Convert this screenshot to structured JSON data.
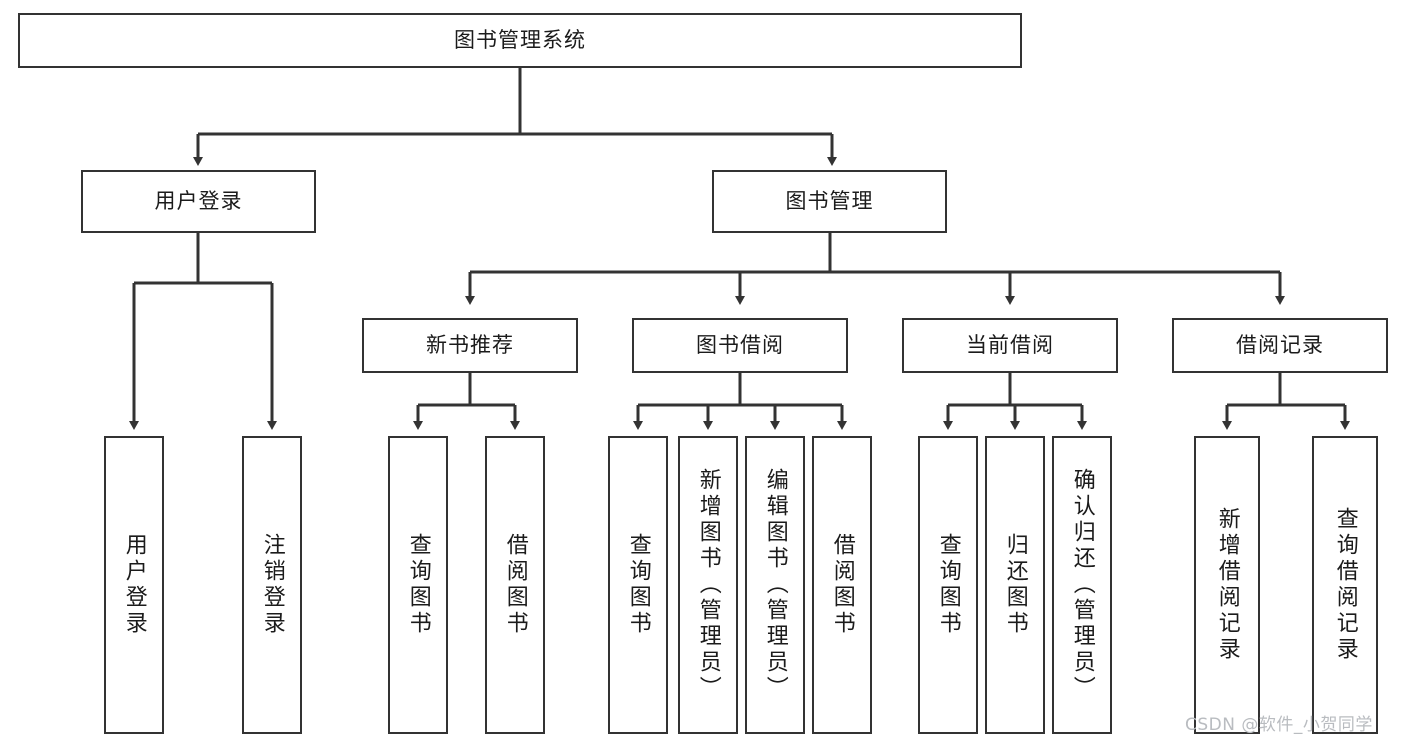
{
  "diagram": {
    "type": "hierarchy-tree",
    "title": "图书管理系统",
    "watermark": "CSDN @软件_小贺同学",
    "colors": {
      "box_border": "#333333",
      "box_fill": "#ffffff",
      "connector": "#333333",
      "text": "#1b1b1b",
      "watermark": "#b9bcc0"
    },
    "root": {
      "label": "图书管理系统"
    },
    "level2": [
      {
        "id": "user-login",
        "label": "用户登录"
      },
      {
        "id": "book-manage",
        "label": "图书管理"
      }
    ],
    "level3": [
      {
        "id": "new-book-recommend",
        "label": "新书推荐"
      },
      {
        "id": "book-borrow",
        "label": "图书借阅"
      },
      {
        "id": "current-borrow",
        "label": "当前借阅"
      },
      {
        "id": "borrow-record",
        "label": "借阅记录"
      }
    ],
    "leaves": {
      "user_login": [
        {
          "id": "leaf-user-login",
          "label": "用户登录"
        },
        {
          "id": "leaf-logout-login",
          "label": "注销登录"
        }
      ],
      "new_book_recommend": [
        {
          "id": "leaf-query-book-1",
          "label": "查询图书"
        },
        {
          "id": "leaf-borrow-book-1",
          "label": "借阅图书"
        }
      ],
      "book_borrow": [
        {
          "id": "leaf-query-book-2",
          "label": "查询图书"
        },
        {
          "id": "leaf-add-book",
          "label": "新增图书（管理员）"
        },
        {
          "id": "leaf-edit-book",
          "label": "编辑图书（管理员）"
        },
        {
          "id": "leaf-borrow-book-2",
          "label": "借阅图书"
        }
      ],
      "current_borrow": [
        {
          "id": "leaf-query-book-3",
          "label": "查询图书"
        },
        {
          "id": "leaf-return-book",
          "label": "归还图书"
        },
        {
          "id": "leaf-confirm-return",
          "label": "确认归还（管理员）"
        }
      ],
      "borrow_record": [
        {
          "id": "leaf-add-record",
          "label": "新增借阅记录"
        },
        {
          "id": "leaf-query-record",
          "label": "查询借阅记录"
        }
      ]
    }
  }
}
